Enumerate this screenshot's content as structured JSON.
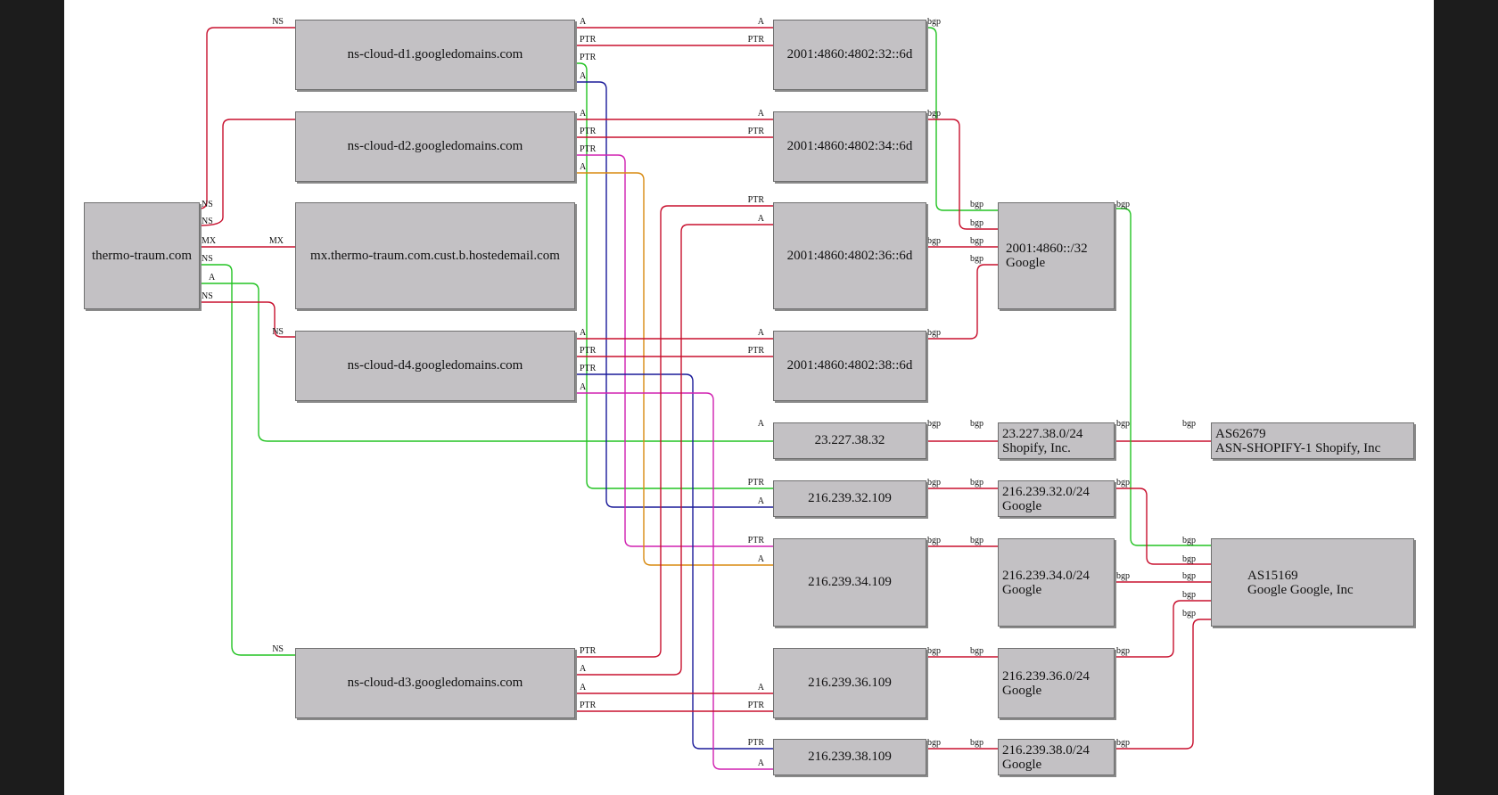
{
  "diagram": {
    "colors": {
      "red": "#c8102e",
      "green": "#22c322",
      "navy": "#1a1a99",
      "magenta": "#d020b0",
      "orange": "#d88a10",
      "node_fill": "#c3c1c4"
    },
    "nodes": {
      "thermo": {
        "label": "thermo-traum.com"
      },
      "d1": {
        "label": "ns-cloud-d1.googledomains.com"
      },
      "d2": {
        "label": "ns-cloud-d2.googledomains.com"
      },
      "mx": {
        "label": "mx.thermo-traum.com.cust.b.hostedemail.com"
      },
      "d4": {
        "label": "ns-cloud-d4.googledomains.com"
      },
      "d3": {
        "label": "ns-cloud-d3.googledomains.com"
      },
      "ip32": {
        "label": "2001:4860:4802:32::6d"
      },
      "ip34": {
        "label": "2001:4860:4802:34::6d"
      },
      "ip36": {
        "label": "2001:4860:4802:36::6d"
      },
      "ip38": {
        "label": "2001:4860:4802:38::6d"
      },
      "v4_shop": {
        "label": "23.227.38.32"
      },
      "v4_32": {
        "label": "216.239.32.109"
      },
      "v4_34": {
        "label": "216.239.34.109"
      },
      "v4_36": {
        "label": "216.239.36.109"
      },
      "v4_38": {
        "label": "216.239.38.109"
      },
      "net6": {
        "line1": "2001:4860::/32",
        "line2": "Google"
      },
      "net_shop": {
        "line1": "23.227.38.0/24",
        "line2": "Shopify, Inc."
      },
      "net32": {
        "line1": "216.239.32.0/24",
        "line2": "Google"
      },
      "net34": {
        "line1": "216.239.34.0/24",
        "line2": "Google"
      },
      "net36": {
        "line1": "216.239.36.0/24",
        "line2": "Google"
      },
      "net38": {
        "line1": "216.239.38.0/24",
        "line2": "Google"
      },
      "as_shop": {
        "line1": "AS62679",
        "line2": "ASN-SHOPIFY-1 Shopify, Inc"
      },
      "as_google": {
        "line1": "AS15169",
        "line2": "Google Google, Inc"
      }
    },
    "edge_labels": {
      "ns": "NS",
      "mx": "MX",
      "a": "A",
      "ptr": "PTR",
      "bgp": "bgp"
    }
  }
}
